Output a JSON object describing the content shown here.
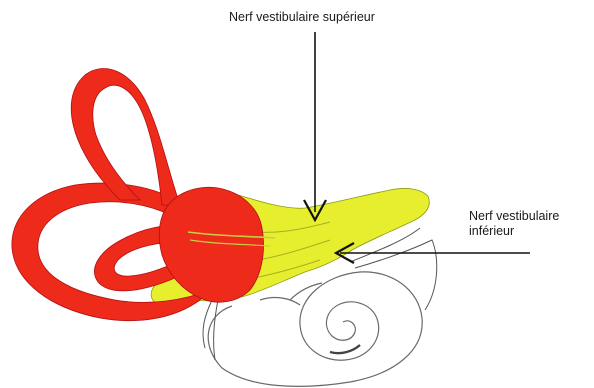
{
  "labels": {
    "superior_nerve": "Nerf vestibulaire supérieur",
    "inferior_nerve_line1": "Nerf vestibulaire",
    "inferior_nerve_line2": "inférieur"
  },
  "colors": {
    "labyrinth": "#ee2a1a",
    "labyrinth_outline": "#b01010",
    "nerve": "#e6ee2e",
    "nerve_fibers": "#a8b020",
    "cochlea_outline": "#6a6a6a",
    "arrow": "#111111"
  }
}
